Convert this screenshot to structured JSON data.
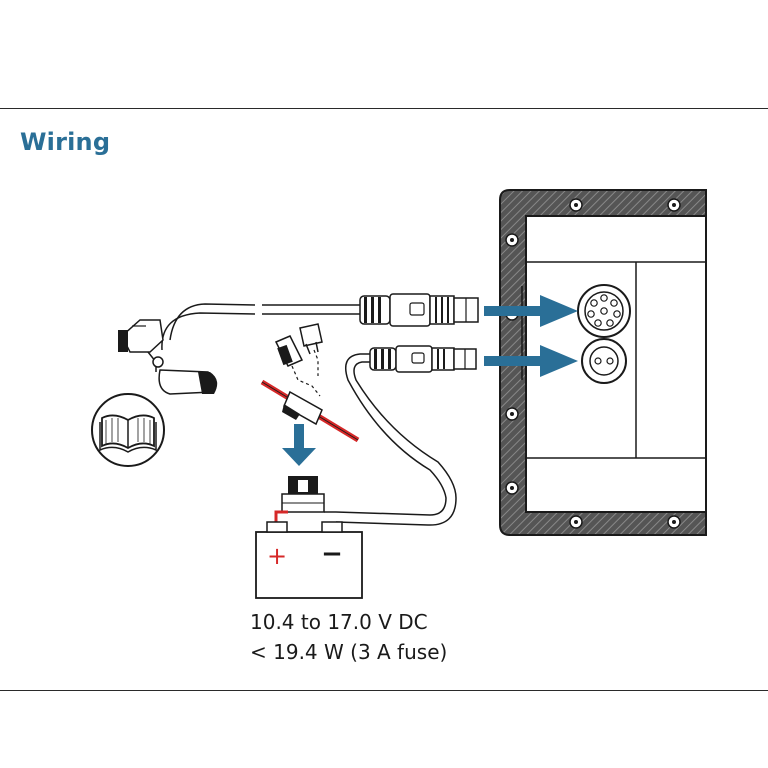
{
  "heading": "Wiring",
  "power_spec": {
    "voltage": "10.4 to 17.0 V DC",
    "power": "< 19.4 W (3 A fuse)"
  },
  "battery": {
    "positive_symbol": "+",
    "negative_symbol": "−"
  },
  "colors": {
    "heading": "#2a6f97",
    "arrow": "#2a6f97",
    "positive_wire": "#d62828",
    "line": "#1a1a1a"
  },
  "icons": [
    "transducer-icon",
    "manual-book-icon",
    "fuse-icon",
    "battery-icon",
    "display-unit-icon"
  ]
}
